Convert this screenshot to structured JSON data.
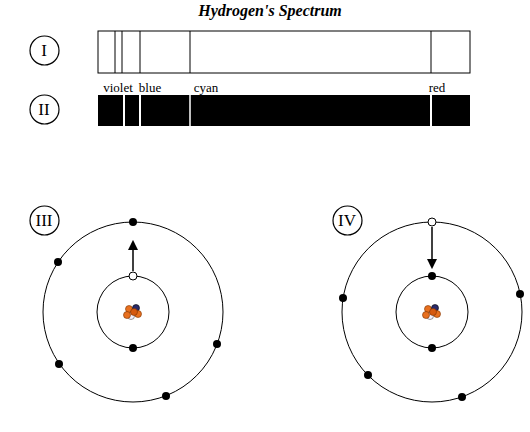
{
  "diagram": {
    "title": "Hydrogen's Spectrum",
    "nodes": [
      {
        "text": [
          "I"
        ]
      },
      {
        "text": [
          "II"
        ]
      },
      {
        "text": [
          "III"
        ]
      },
      {
        "text": [
          "IV"
        ]
      }
    ],
    "labels": [
      "violet",
      "blue",
      "cyan",
      "red"
    ]
  }
}
